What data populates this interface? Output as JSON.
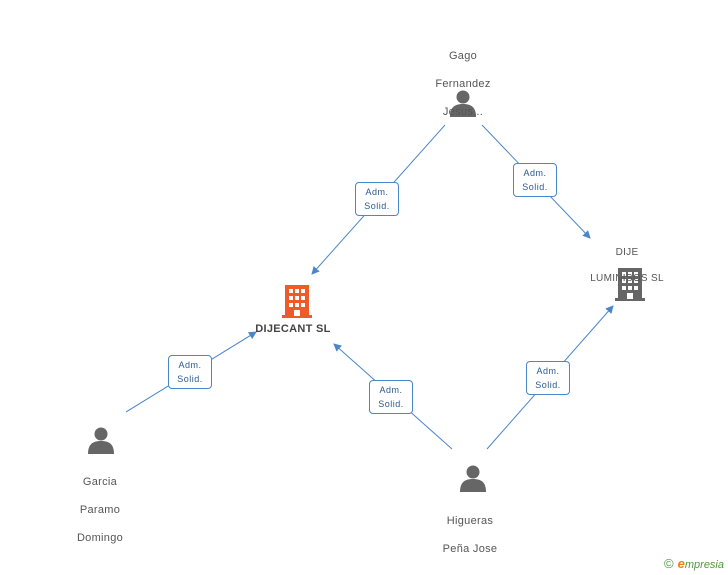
{
  "people": {
    "gago": {
      "lines": [
        "Gago",
        "Fernandez",
        "Jesus..."
      ]
    },
    "garcia": {
      "lines": [
        "Garcia",
        "Paramo",
        "Domingo"
      ]
    },
    "higueras": {
      "lines": [
        "Higueras",
        "Peña Jose"
      ]
    }
  },
  "companies": {
    "dijecant": {
      "name": "DIJECANT SL",
      "color": "#f05a28"
    },
    "dije_luminisos": {
      "lines": [
        "DIJE",
        "LUMINISOS SL"
      ],
      "color": "#666666"
    }
  },
  "edges": {
    "gago_dijecant": {
      "line1": "Adm.",
      "line2": "Solid."
    },
    "gago_dije": {
      "line1": "Adm.",
      "line2": "Solid."
    },
    "garcia_dijecant": {
      "line1": "Adm.",
      "line2": "Solid."
    },
    "higueras_dijecant": {
      "line1": "Adm.",
      "line2": "Solid."
    },
    "higueras_dije": {
      "line1": "Adm.",
      "line2": "Solid."
    }
  },
  "colors": {
    "edge": "#4a86c8",
    "person": "#666666"
  },
  "brand": {
    "copyright": "©",
    "initial": "e",
    "rest": "mpresia"
  }
}
